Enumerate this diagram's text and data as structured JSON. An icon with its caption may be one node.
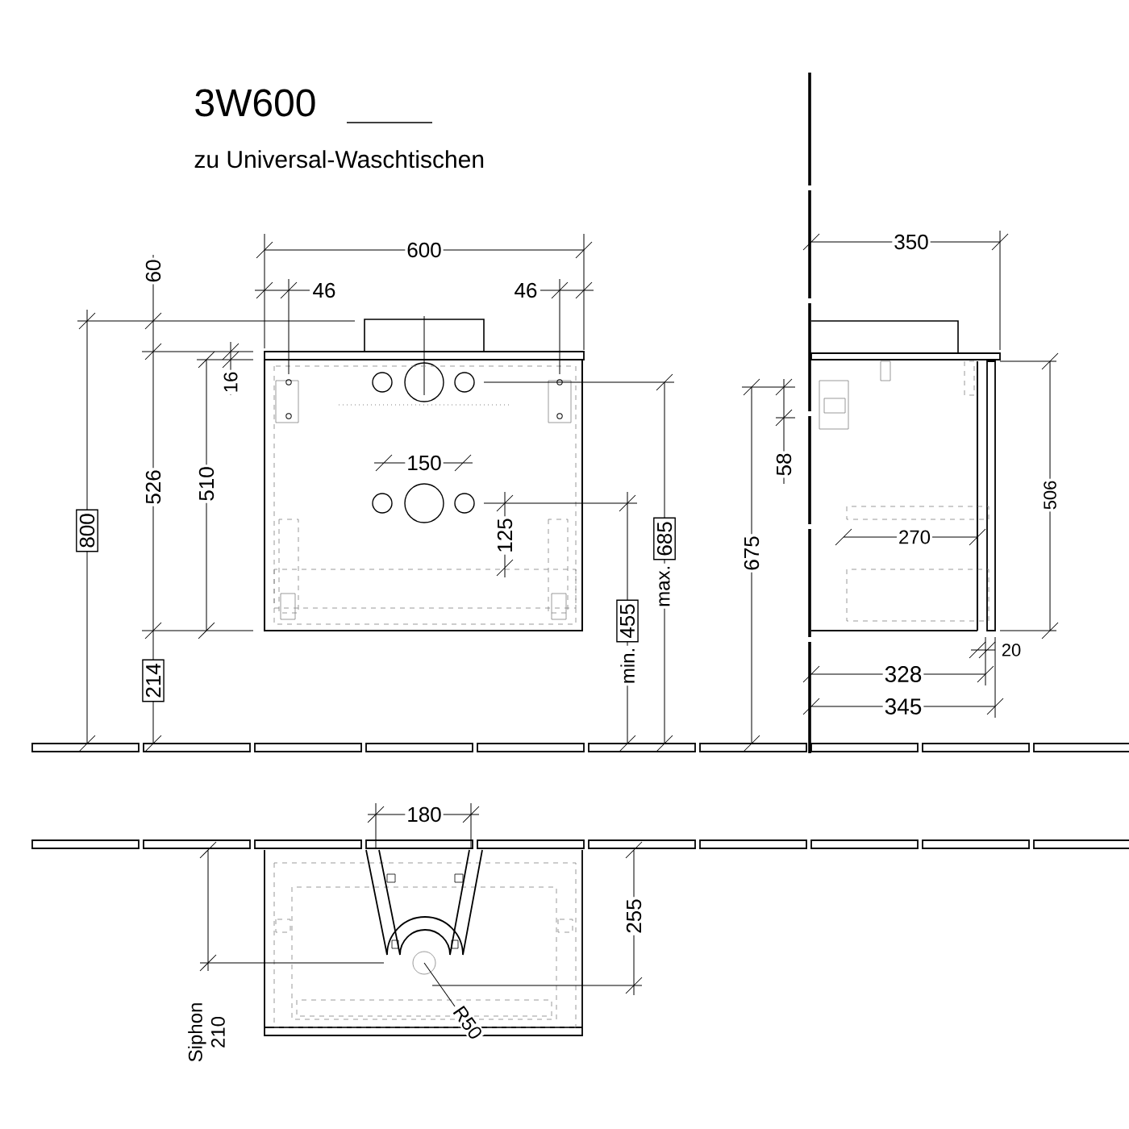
{
  "diagram": {
    "title": "3W600",
    "nodes": [
      {
        "text": [
          "800"
        ]
      },
      {
        "text": [
          "214"
        ]
      },
      {
        "text": [
          "455"
        ],
        "beside": [
          "min."
        ]
      },
      {
        "text": [
          "685"
        ],
        "beside": [
          "max."
        ]
      }
    ],
    "labels": [
      "zu Universal-Waschtischen",
      "60",
      "600",
      "46",
      "46",
      "350",
      "16",
      "526",
      "510",
      "58",
      "150",
      "270",
      "506",
      "125",
      "675",
      "20",
      "328",
      "345",
      "180",
      "255",
      "Siphon 210",
      "R50"
    ]
  }
}
